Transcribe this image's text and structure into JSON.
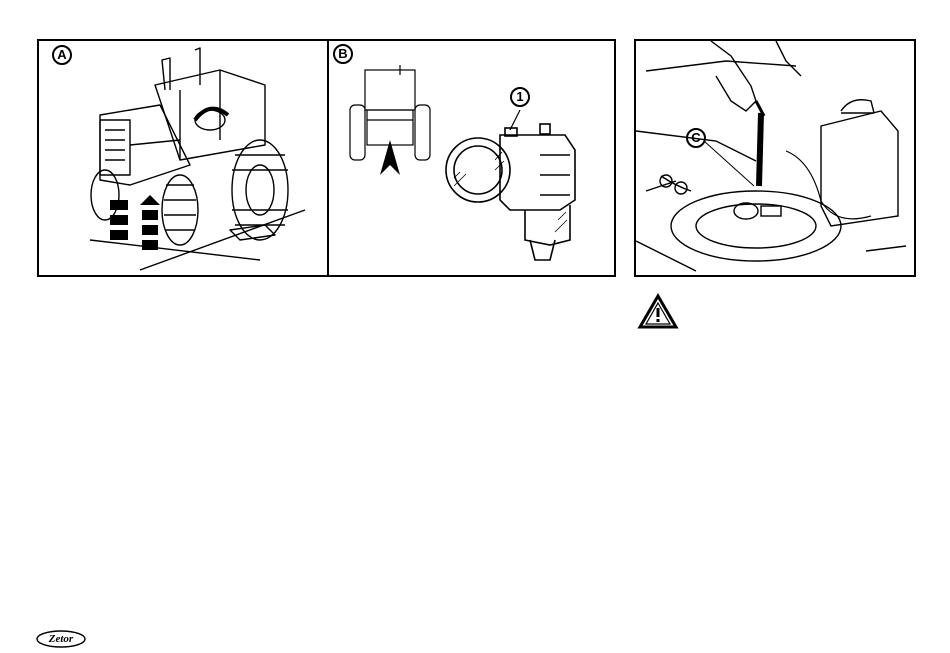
{
  "figure_left": {
    "label_a": "A",
    "label_b": "B",
    "callout_1": "1"
  },
  "figure_right": {
    "callout_c": "C"
  },
  "warning": {
    "icon": "warning-triangle-icon"
  },
  "footer": {
    "logo_text": "Zetor"
  }
}
